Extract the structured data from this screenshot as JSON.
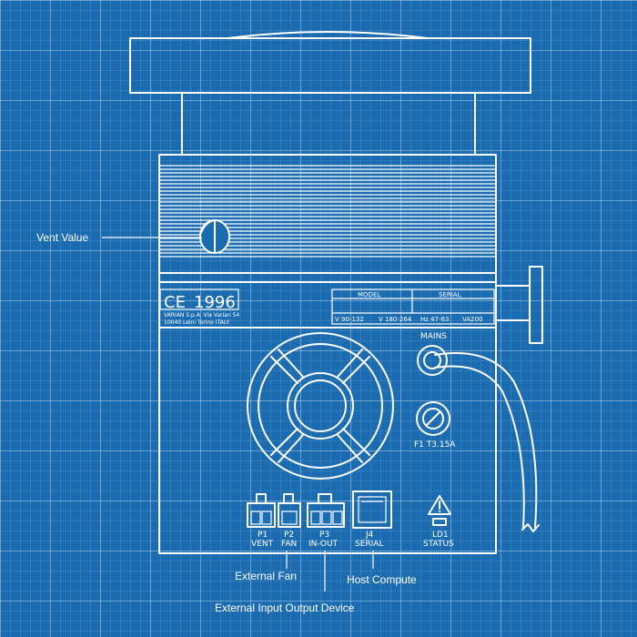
{
  "device": {
    "certification": {
      "ce_mark": "CE",
      "year": "1996",
      "maker_line1": "VARIAN S.p.A. Via Varian 54",
      "maker_line2": "10040 Leini Torino ITALY"
    },
    "spec_plate": {
      "model_header": "MODEL",
      "serial_header": "SERIAL",
      "voltage_low": "V 90-132",
      "voltage_high": "V 180-264",
      "frequency": "Hz 47-63",
      "power": "VA200"
    },
    "mains_label": "MAINS",
    "fuse_label": "F1  T3.15A",
    "connectors": [
      {
        "code": "P1",
        "name": "VENT"
      },
      {
        "code": "P2",
        "name": "FAN"
      },
      {
        "code": "P3",
        "name": "IN-OUT"
      },
      {
        "code": "J4",
        "name": "SERIAL"
      }
    ],
    "status_led": {
      "code": "LD1",
      "name": "STATUS"
    }
  },
  "callouts": {
    "vent_value": "Vent Value",
    "external_fan": "External Fan",
    "host_compute": "Host Compute",
    "external_io": "External Input Output Device"
  },
  "colors": {
    "background": "#1a6bb0",
    "ink": "#ffffff"
  }
}
